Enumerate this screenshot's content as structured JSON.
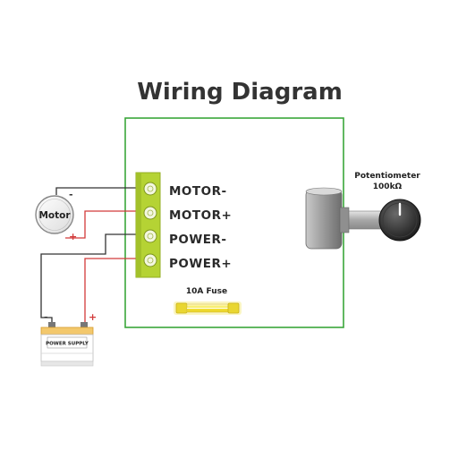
{
  "title": "Wiring Diagram",
  "terminals": [
    {
      "label": "MOTOR-"
    },
    {
      "label": "MOTOR+"
    },
    {
      "label": "POWER-"
    },
    {
      "label": "POWER+"
    }
  ],
  "fuse": {
    "label": "10A Fuse"
  },
  "motor": {
    "label": "Motor",
    "neg_sign": "-",
    "pos_sign": "+"
  },
  "power_supply": {
    "label": "POWER SUPPLY",
    "neg_sign": "-",
    "pos_sign": "+"
  },
  "potentiometer": {
    "label": "Potentiometer",
    "value": "100kΩ"
  },
  "colors": {
    "board_border": "#3aa63a",
    "terminal_block": "#b5d334",
    "wire_black": "#333333",
    "wire_red": "#d23a3a",
    "fuse_glow": "#f2e030"
  }
}
